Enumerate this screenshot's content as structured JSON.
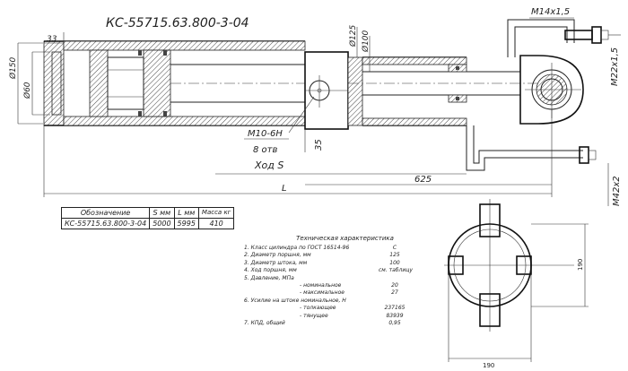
{
  "drawing": {
    "code": "КС-55715.63.800-3-04",
    "dims": {
      "d33": "33",
      "d150": "Ø150",
      "d60": "Ø60",
      "d125": "Ø125",
      "d100": "Ø100",
      "m14": "М14х1,5",
      "m22": "М22х1,5",
      "m42": "М42х2",
      "m10": "М10-6Н",
      "m10_count": "8 отв",
      "d35": "35",
      "stroke": "Ход S",
      "d625": "625",
      "L": "L",
      "d190": "190",
      "d190v": "190"
    }
  },
  "table": {
    "headers": [
      "Обозначение",
      "S мм",
      "L мм",
      "Масса кг"
    ],
    "rows": [
      [
        "КС-55715.63.800-3-04",
        "5000",
        "5995",
        "410"
      ]
    ]
  },
  "tech": {
    "title": "Техническая характеристика",
    "items": [
      {
        "label": "1. Класс цилиндра по ГОСТ 16514-96",
        "value": "С"
      },
      {
        "label": "2. Диаметр поршня, мм",
        "value": "125"
      },
      {
        "label": "3. Диаметр штока, мм",
        "value": "100"
      },
      {
        "label": "4. Ход поршня, мм",
        "value": "см. таблицу"
      },
      {
        "label": "5. Давление, МПа",
        "value": ""
      },
      {
        "label": "- номинальное",
        "value": "20"
      },
      {
        "label": "- максимальное",
        "value": "27"
      },
      {
        "label": "6. Усилие на штоке номинальное, Н",
        "value": ""
      },
      {
        "label": "- толкающее",
        "value": "237165"
      },
      {
        "label": "- тянущее",
        "value": "83939"
      },
      {
        "label": "7. КПД, общий",
        "value": "0,95"
      }
    ]
  }
}
